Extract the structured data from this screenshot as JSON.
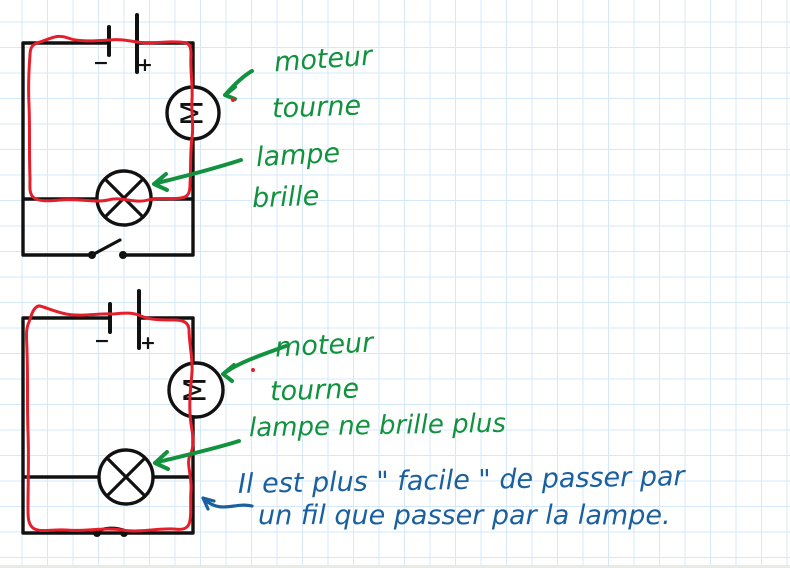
{
  "colors": {
    "ink_black": "#111111",
    "ink_red": "#e51e2b",
    "ink_green": "#12923f",
    "ink_blue": "#1a5f9e",
    "grid_line": "#d5e8f9",
    "paper": "#ffffff"
  },
  "circuit_top": {
    "battery_minus": "−",
    "battery_plus": "+",
    "motor_label": "M",
    "note_motor_line1": "moteur",
    "note_motor_line2": "tourne",
    "note_lamp_line1": "lampe",
    "note_lamp_line2": "brille"
  },
  "circuit_bottom": {
    "battery_minus": "−",
    "battery_plus": "+",
    "motor_label": "M",
    "note_motor_line1": "moteur",
    "note_motor_line2": "tourne",
    "note_lamp": "lampe ne brille plus",
    "note_blue_line1": "Il est plus \" facile \" de passer par",
    "note_blue_line2": "un fil que passer par la lampe."
  }
}
